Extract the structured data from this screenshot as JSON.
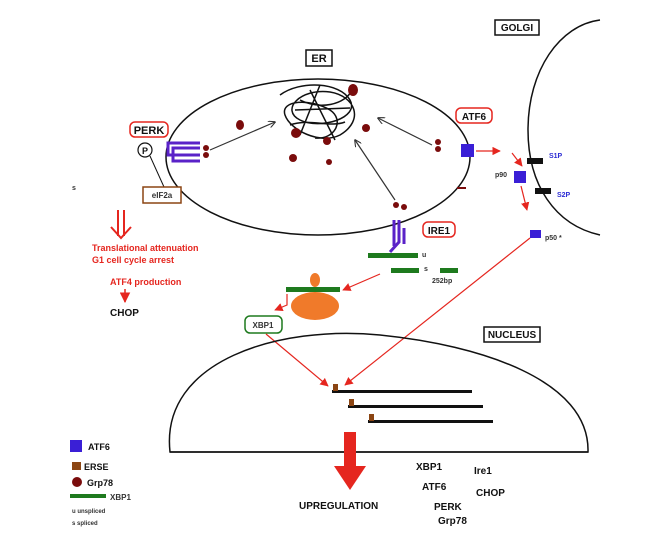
{
  "compartments": {
    "er": "ER",
    "golgi": "GOLGI",
    "nucleus": "NUCLEUS"
  },
  "sensors": {
    "perk": "PERK",
    "atf6": "ATF6",
    "ire1": "IRE1",
    "p": "P",
    "eif2a": "eIF2a"
  },
  "golgi": {
    "s1p": "S1P",
    "s2p": "S2P",
    "p90": "p90",
    "p50": "p50 *"
  },
  "perk_path": {
    "line1": "Translational attenuation",
    "line2": "G1 cell cycle arrest",
    "atf4": "ATF4 production",
    "chop": "CHOP"
  },
  "ire1_path": {
    "u": "u",
    "s": "s",
    "bp": "252bp",
    "xbp1": "XBP1"
  },
  "stray_s": "s",
  "upregulation": {
    "label": "UPREGULATION",
    "genes": [
      "XBP1",
      "Ire1",
      "ATF6",
      "CHOP",
      "PERK",
      "Grp78"
    ]
  },
  "legend": {
    "atf6": "ATF6",
    "erse": "ERSE",
    "grp78": "Grp78",
    "xbp1": "XBP1",
    "unspliced": "u  unspliced",
    "spliced": "s   spliced"
  },
  "colors": {
    "red": "#e5261f",
    "blue": "#3a1fd6",
    "purple": "#5a22c8",
    "brown": "#8b4513",
    "grp78": "#7a0c0c",
    "green": "#1e7a1e",
    "orange": "#f07a2a"
  }
}
